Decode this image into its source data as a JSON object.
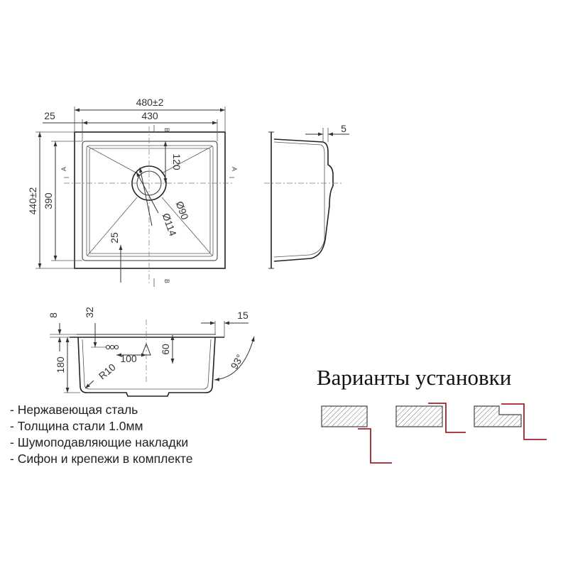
{
  "top_view": {
    "overall_width": "480±2",
    "inner_width": "430",
    "flange_width": "25",
    "overall_depth": "440±2",
    "inner_depth": "390",
    "drain_offset": "120",
    "drain_inner_diameter": "Ø90",
    "drain_outer_diameter": "Ø114",
    "flange_depth": "25",
    "section_a": "A",
    "section_b": "B"
  },
  "side_view": {
    "rim_thickness": "5"
  },
  "front_view": {
    "rim_height": "8",
    "overflow_offset": "32",
    "right_flange": "15",
    "bowl_height": "180",
    "overflow_height": "60",
    "drain_distance": "100",
    "corner_radius": "R10",
    "wall_angle": "93°"
  },
  "features": [
    "- Нержавеющая сталь",
    "- Толщина стали 1.0мм",
    "- Шумоподавляющие накладки",
    "- Сифон и крепежи в комплекте"
  ],
  "installation": {
    "title": "Варианты установки"
  },
  "colors": {
    "line": "#333333",
    "accent_red": "#a3202a",
    "background": "#ffffff"
  }
}
